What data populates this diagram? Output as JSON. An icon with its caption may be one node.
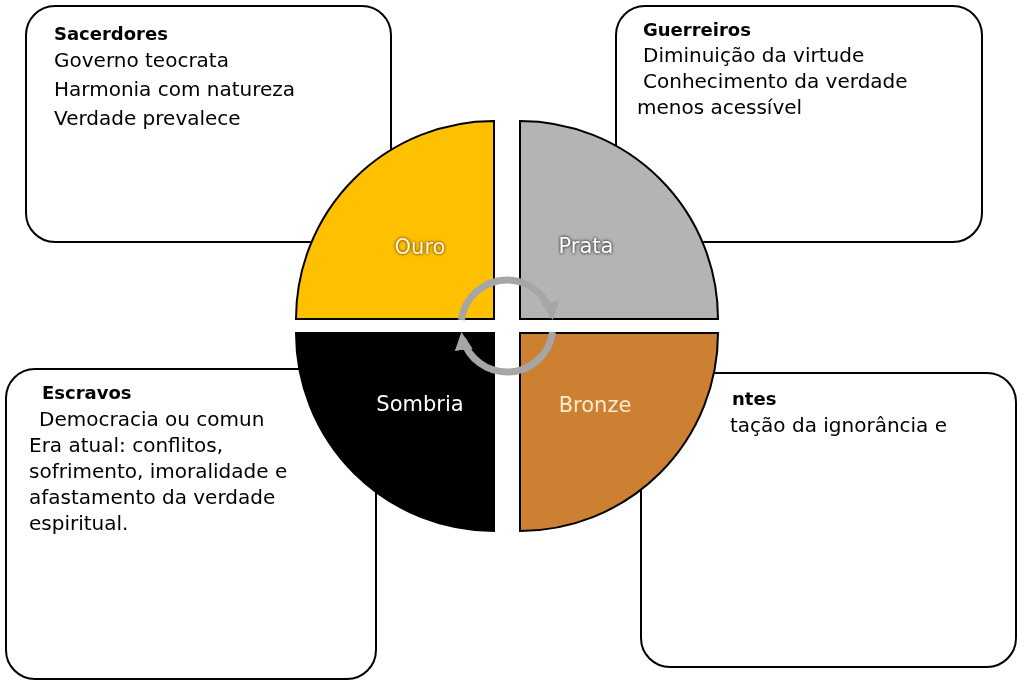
{
  "diagram": {
    "nodes": [
      {
        "text": [
          "Sacerdores",
          "Governo teocrata",
          "Harmonia com natureza",
          "Verdade prevalece"
        ]
      },
      {
        "text": [
          "Guerreiros",
          "Diminuição da virtude",
          "Conhecimento da verdade menos acessível"
        ]
      },
      {
        "text": [
          "Ouro"
        ]
      },
      {
        "text": [
          "Prata"
        ]
      },
      {
        "text": [
          "Escravos",
          "Democracia ou comun",
          "Era atual: conflitos, sofrimento, imoralidade e afastamento da verdade espiritual."
        ]
      },
      {
        "text": [
          "Sombria"
        ]
      },
      {
        "text": [
          "Bronze"
        ]
      },
      {
        "text": [
          "ntes",
          "tação da ignorância e"
        ]
      }
    ],
    "edges": [
      {
        "from": 2,
        "to": 3,
        "arrow": "to"
      },
      {
        "from": 6,
        "to": 5,
        "arrow": "to"
      }
    ]
  }
}
